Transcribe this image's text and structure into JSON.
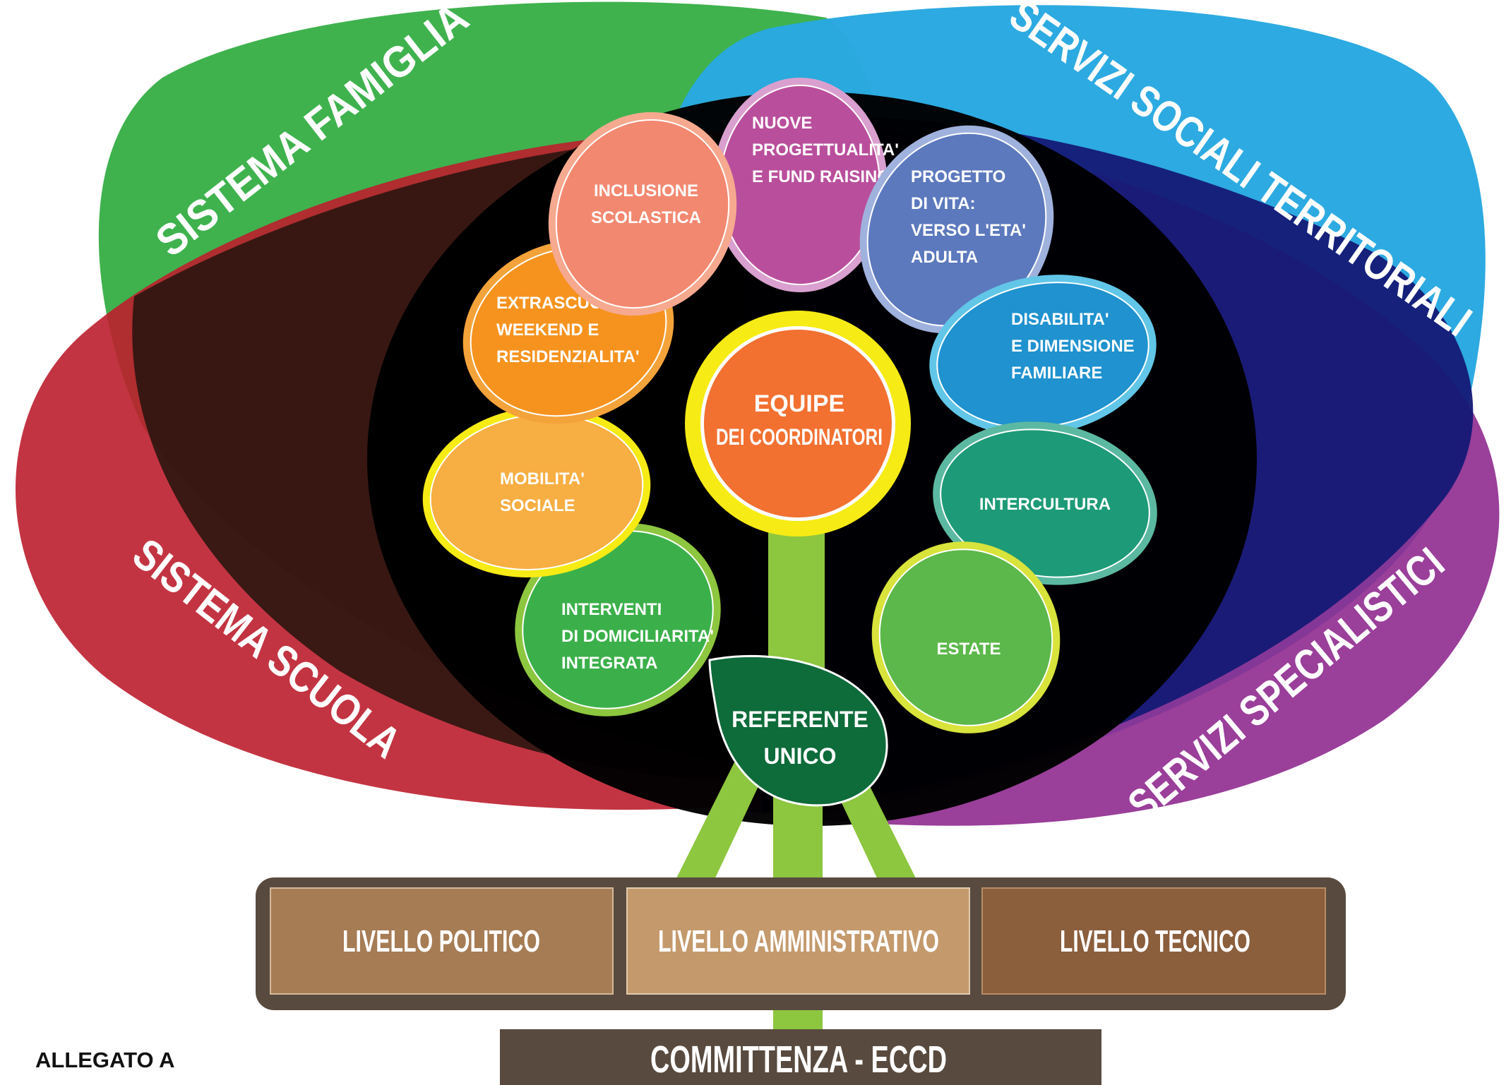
{
  "systems": {
    "famiglia": "SISTEMA FAMIGLIA",
    "servizi_sociali": "SERVIZI SOCIALI TERRITORIALI",
    "scuola": "SISTEMA SCUOLA",
    "servizi_specialistici": "SERVIZI SPECIALISTICI"
  },
  "center": {
    "line1": "EQUIPE",
    "line2": "DEI COORDINATORI"
  },
  "petals": [
    {
      "id": "nuove",
      "lines": [
        "NUOVE",
        "PROGETTUALITA'",
        "E FUND RAISING"
      ],
      "color": "#b94f9c"
    },
    {
      "id": "progetto",
      "lines": [
        "PROGETTO",
        "DI VITA:",
        "VERSO L'ETA'",
        "ADULTA"
      ],
      "color": "#5c79bd"
    },
    {
      "id": "disabilita",
      "lines": [
        "DISABILITA'",
        "E DIMENSIONE",
        "FAMILIARE"
      ],
      "color": "#1f92cf"
    },
    {
      "id": "intercultura",
      "lines": [
        "INTERCULTURA"
      ],
      "color": "#1d9a77"
    },
    {
      "id": "estate",
      "lines": [
        "ESTATE"
      ],
      "color": "#5cb84a"
    },
    {
      "id": "domiciliarita",
      "lines": [
        "INTERVENTI",
        "DI DOMICILIARITA'",
        "INTEGRATA"
      ],
      "color": "#3bb04a"
    },
    {
      "id": "mobilita",
      "lines": [
        "MOBILITA'",
        "SOCIALE"
      ],
      "color": "#f7ae42"
    },
    {
      "id": "extrascuola",
      "lines": [
        "EXTRASCUOLA,",
        "WEEKEND E",
        "RESIDENZIALITA'"
      ],
      "color": "#f6931f"
    },
    {
      "id": "inclusione",
      "lines": [
        "INCLUSIONE",
        "SCOLASTICA"
      ],
      "color": "#f38870"
    }
  ],
  "referente": {
    "line1": "REFERENTE",
    "line2": "UNICO"
  },
  "levels": [
    {
      "id": "politico",
      "label": "LIVELLO POLITICO",
      "color": "#a67c55"
    },
    {
      "id": "amministrativo",
      "label": "LIVELLO AMMINISTRATIVO",
      "color": "#c49a6c"
    },
    {
      "id": "tecnico",
      "label": "LIVELLO TECNICO",
      "color": "#8b5e3c"
    }
  ],
  "committenza": "COMMITTENZA - ECCD",
  "allegato": "ALLEGATO A",
  "colors": {
    "famiglia": "#3bb04a",
    "servizi_sociali": "#29a8e0",
    "scuola": "#bc1e2d",
    "servizi_specialistici": "#8f2a8f",
    "core": "#000000",
    "stem": "#8dc63f",
    "leaf": "#0e6b3a",
    "base": "#584a3e"
  }
}
